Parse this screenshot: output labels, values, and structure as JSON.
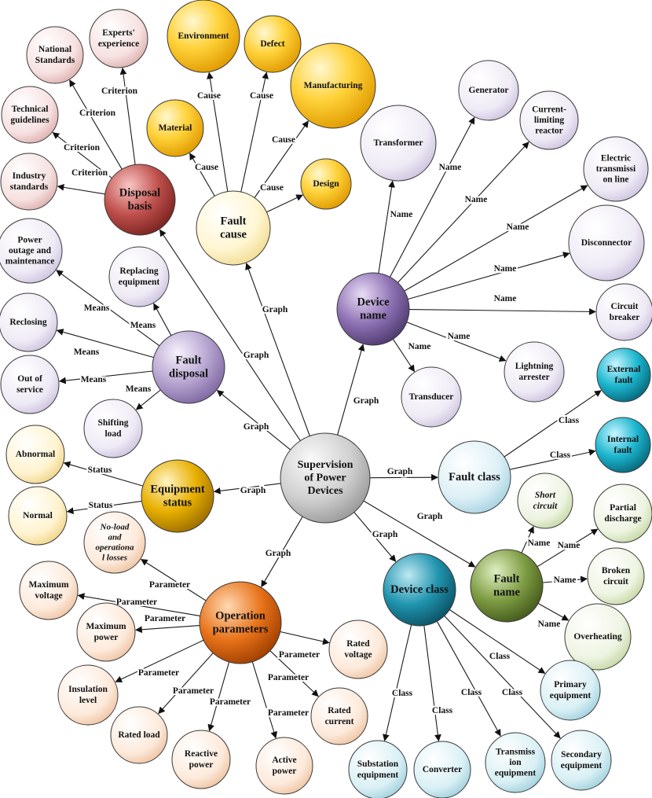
{
  "center": {
    "lines": [
      "Supervision",
      "of Power",
      "Devices"
    ]
  },
  "hubs": {
    "disposal_basis": {
      "lines": [
        "Disposal",
        "basis"
      ]
    },
    "fault_cause": {
      "lines": [
        "Fault",
        "cause"
      ]
    },
    "device_name": {
      "lines": [
        "Device",
        "name"
      ]
    },
    "fault_disposal": {
      "lines": [
        "Fault",
        "disposal"
      ]
    },
    "equipment_status": {
      "lines": [
        "Equipment",
        "status"
      ]
    },
    "fault_class": {
      "lines": [
        "Fault class"
      ]
    },
    "fault_name": {
      "lines": [
        "Fault",
        "name"
      ]
    },
    "device_class": {
      "lines": [
        "Device class"
      ]
    },
    "operation_parameters": {
      "lines": [
        "Operation",
        "parameters"
      ]
    }
  },
  "leaves": {
    "national_standards": {
      "lines": [
        "National",
        "Standards"
      ]
    },
    "experts_experience": {
      "lines": [
        "Experts'",
        "experience"
      ]
    },
    "technical_guidelines": {
      "lines": [
        "Technical",
        "guidelines"
      ]
    },
    "industry_standards": {
      "lines": [
        "Industry",
        "standards"
      ]
    },
    "environment": {
      "lines": [
        "Environment"
      ]
    },
    "defect": {
      "lines": [
        "Defect"
      ]
    },
    "material": {
      "lines": [
        "Material"
      ]
    },
    "manufacturing": {
      "lines": [
        "Manufacturing"
      ]
    },
    "design": {
      "lines": [
        "Design"
      ]
    },
    "generator": {
      "lines": [
        "Generator"
      ]
    },
    "transformer": {
      "lines": [
        "Transformer"
      ]
    },
    "current_limiting_reactor": {
      "lines": [
        "Current-",
        "limiting",
        "reactor"
      ]
    },
    "electric_transmission_line": {
      "lines": [
        "Electric",
        "transmissi",
        "on line"
      ]
    },
    "disconnector": {
      "lines": [
        "Disconnector"
      ]
    },
    "circuit_breaker": {
      "lines": [
        "Circuit",
        "breaker"
      ]
    },
    "lightning_arrester": {
      "lines": [
        "Lightning",
        "arrester"
      ]
    },
    "transducer": {
      "lines": [
        "Transducer"
      ]
    },
    "power_outage": {
      "lines": [
        "Power",
        "outage and",
        "maintenance"
      ]
    },
    "replacing_equipment": {
      "lines": [
        "Replacing",
        "equipment"
      ]
    },
    "reclosing": {
      "lines": [
        "Reclosing"
      ]
    },
    "out_of_service": {
      "lines": [
        "Out of",
        "service"
      ]
    },
    "shifting_load": {
      "lines": [
        "Shifting",
        "load"
      ]
    },
    "external_fault": {
      "lines": [
        "External",
        "fault"
      ]
    },
    "internal_fault": {
      "lines": [
        "Internal",
        "fault"
      ]
    },
    "abnormal": {
      "lines": [
        "Abnormal"
      ]
    },
    "normal": {
      "lines": [
        "Normal"
      ]
    },
    "short_circuit": {
      "lines": [
        "Short",
        "circuit"
      ]
    },
    "partial_discharge": {
      "lines": [
        "Partial",
        "discharge"
      ]
    },
    "broken_circuit": {
      "lines": [
        "Broken",
        "circuit"
      ]
    },
    "overheating": {
      "lines": [
        "Overheating"
      ]
    },
    "noload_losses": {
      "lines": [
        "No-load",
        "and",
        "operationa",
        "l losses"
      ]
    },
    "maximum_voltage": {
      "lines": [
        "Maximum",
        "voltage"
      ]
    },
    "maximum_power": {
      "lines": [
        "Maximum",
        "power"
      ]
    },
    "insulation_level": {
      "lines": [
        "Insulation",
        "level"
      ]
    },
    "rated_load": {
      "lines": [
        "Rated load"
      ]
    },
    "reactive_power": {
      "lines": [
        "Reactive",
        "power"
      ]
    },
    "active_power": {
      "lines": [
        "Active",
        "power"
      ]
    },
    "rated_current": {
      "lines": [
        "Rated",
        "current"
      ]
    },
    "rated_voltage": {
      "lines": [
        "Rated",
        "voltage"
      ]
    },
    "primary_equipment": {
      "lines": [
        "Primary",
        "equipment"
      ]
    },
    "secondary_equipment": {
      "lines": [
        "Secondary",
        "equipment"
      ]
    },
    "substation_equipment": {
      "lines": [
        "Substation",
        "equipment"
      ]
    },
    "converter": {
      "lines": [
        "Converter"
      ]
    },
    "transmission_equipment": {
      "lines": [
        "Transmiss",
        "ion",
        "equipment"
      ]
    }
  },
  "relations": {
    "graph": "Graph",
    "criterion": "Criterion",
    "cause": "Cause",
    "name": "Name",
    "means": "Means",
    "status": "Status",
    "class": "Class",
    "parameter": "Parameter"
  },
  "colors": {
    "center": "#c8c8c8",
    "disposal_basis": "#c0504d",
    "fault_cause": "#fff2c4",
    "cause_leaf": "#f4b400",
    "device_name": "#8064a2",
    "name_leaf": "#ece8f4",
    "fault_disposal": "#b3a2c7",
    "fault_class": "#d6ecf4",
    "class_leaf": "#17b0c8",
    "equipment_status": "#e5a800",
    "status_leaf": "#fff2cc",
    "fault_name": "#77933c",
    "fault_name_leaf": "#ebf1de",
    "device_class": "#1f8fa8",
    "device_class_leaf": "#d2eef4",
    "operation_parameters": "#e46c0a",
    "parameter_leaf": "#fde9d9",
    "basis_leaf": "#f2dcdb",
    "disposal_leaf": "#ece8f4"
  }
}
